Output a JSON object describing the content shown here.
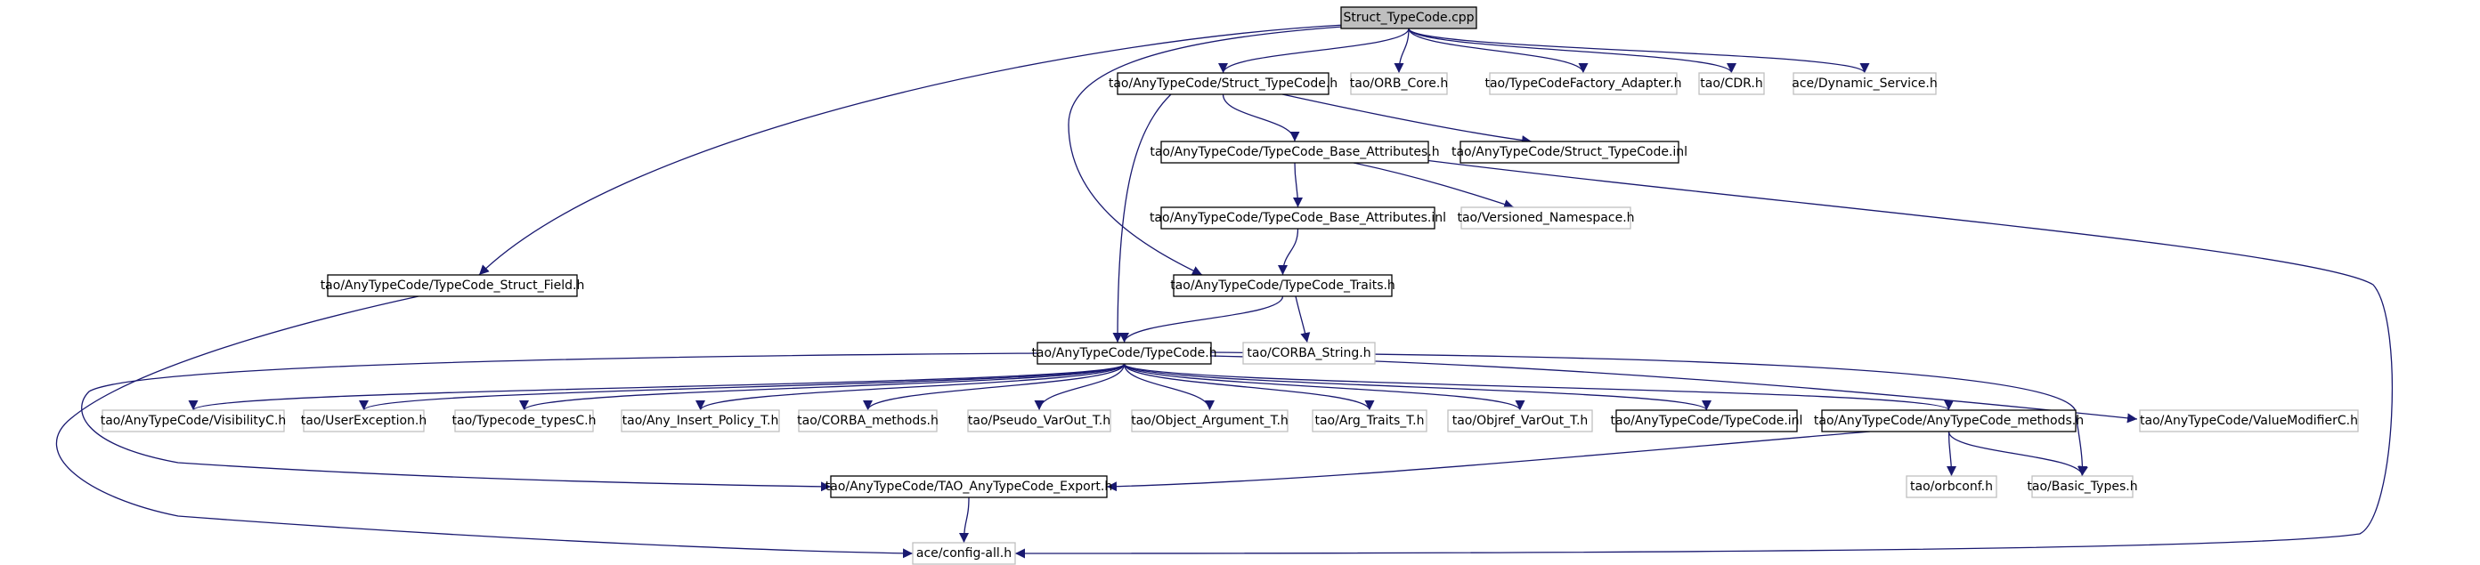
{
  "title": "Struct_TypeCode.cpp",
  "colors": {
    "edge": "#191970",
    "root_fill": "#bfbfbf",
    "documented_border": "#000000",
    "undocumented_border": "#bfbfbf"
  },
  "nodes": [
    {
      "id": "root",
      "label": "Struct_TypeCode.cpp",
      "kind": "root"
    },
    {
      "id": "struct_h",
      "label": "tao/AnyTypeCode/Struct_TypeCode.h",
      "kind": "documented"
    },
    {
      "id": "orb_core",
      "label": "tao/ORB_Core.h",
      "kind": "undocumented"
    },
    {
      "id": "tcf_adapter",
      "label": "tao/TypeCodeFactory_Adapter.h",
      "kind": "undocumented"
    },
    {
      "id": "cdr",
      "label": "tao/CDR.h",
      "kind": "undocumented"
    },
    {
      "id": "dyn_service",
      "label": "ace/Dynamic_Service.h",
      "kind": "undocumented"
    },
    {
      "id": "base_attr_h",
      "label": "tao/AnyTypeCode/TypeCode_Base_Attributes.h",
      "kind": "documented"
    },
    {
      "id": "struct_inl",
      "label": "tao/AnyTypeCode/Struct_TypeCode.inl",
      "kind": "documented"
    },
    {
      "id": "base_attr_inl",
      "label": "tao/AnyTypeCode/TypeCode_Base_Attributes.inl",
      "kind": "documented"
    },
    {
      "id": "versioned_ns",
      "label": "tao/Versioned_Namespace.h",
      "kind": "undocumented"
    },
    {
      "id": "struct_field",
      "label": "tao/AnyTypeCode/TypeCode_Struct_Field.h",
      "kind": "documented"
    },
    {
      "id": "traits",
      "label": "tao/AnyTypeCode/TypeCode_Traits.h",
      "kind": "documented"
    },
    {
      "id": "corba_string",
      "label": "tao/CORBA_String.h",
      "kind": "undocumented"
    },
    {
      "id": "typecode_h",
      "label": "tao/AnyTypeCode/TypeCode.h",
      "kind": "documented"
    },
    {
      "id": "visibility",
      "label": "tao/AnyTypeCode/VisibilityC.h",
      "kind": "undocumented"
    },
    {
      "id": "user_exc",
      "label": "tao/UserException.h",
      "kind": "undocumented"
    },
    {
      "id": "tc_typesc",
      "label": "tao/Typecode_typesC.h",
      "kind": "undocumented"
    },
    {
      "id": "any_insert",
      "label": "tao/Any_Insert_Policy_T.h",
      "kind": "undocumented"
    },
    {
      "id": "corba_methods",
      "label": "tao/CORBA_methods.h",
      "kind": "undocumented"
    },
    {
      "id": "pseudo_varout",
      "label": "tao/Pseudo_VarOut_T.h",
      "kind": "undocumented"
    },
    {
      "id": "object_arg",
      "label": "tao/Object_Argument_T.h",
      "kind": "undocumented"
    },
    {
      "id": "arg_traits",
      "label": "tao/Arg_Traits_T.h",
      "kind": "undocumented"
    },
    {
      "id": "objref_varout",
      "label": "tao/Objref_VarOut_T.h",
      "kind": "undocumented"
    },
    {
      "id": "typecode_inl",
      "label": "tao/AnyTypeCode/TypeCode.inl",
      "kind": "documented"
    },
    {
      "id": "atc_methods",
      "label": "tao/AnyTypeCode/AnyTypeCode_methods.h",
      "kind": "documented"
    },
    {
      "id": "value_mod",
      "label": "tao/AnyTypeCode/ValueModifierC.h",
      "kind": "undocumented"
    },
    {
      "id": "export_h",
      "label": "tao/AnyTypeCode/TAO_AnyTypeCode_Export.h",
      "kind": "documented"
    },
    {
      "id": "orbconf",
      "label": "tao/orbconf.h",
      "kind": "undocumented"
    },
    {
      "id": "basic_types",
      "label": "tao/Basic_Types.h",
      "kind": "undocumented"
    },
    {
      "id": "config_all",
      "label": "ace/config-all.h",
      "kind": "undocumented"
    }
  ]
}
